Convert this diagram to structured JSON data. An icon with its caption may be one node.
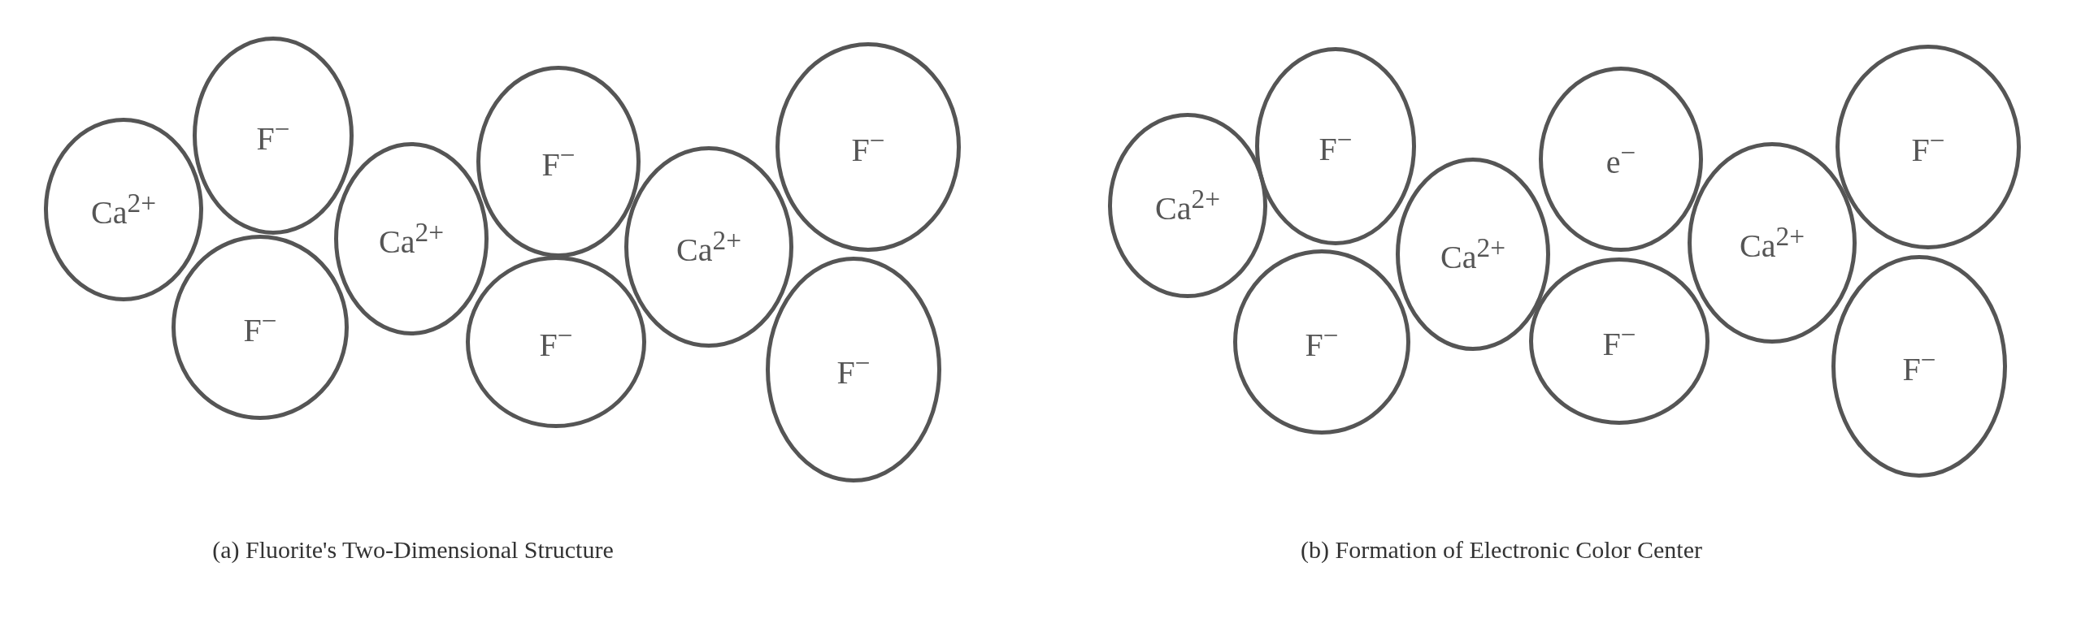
{
  "diagram": {
    "nodes": [
      {
        "text": [
          "Ca$^{2+}$"
        ]
      },
      {
        "text": [
          "F$^{−}$"
        ]
      },
      {
        "text": [
          "F$^{−}$"
        ]
      },
      {
        "text": [
          "Ca$^{2+}$"
        ]
      },
      {
        "text": [
          "F$^{−}$"
        ]
      },
      {
        "text": [
          "F$^{−}$"
        ]
      },
      {
        "text": [
          "Ca$^{2+}$"
        ]
      },
      {
        "text": [
          "F$^{−}$"
        ]
      },
      {
        "text": [
          "F$^{−}$"
        ]
      },
      {
        "text": [
          "Ca$^{2+}$"
        ]
      },
      {
        "text": [
          "F$^{−}$"
        ]
      },
      {
        "text": [
          "F$^{−}$"
        ]
      },
      {
        "text": [
          "Ca$^{2+}$"
        ]
      },
      {
        "text": [
          "e$^{−}$"
        ]
      },
      {
        "text": [
          "F$^{−}$"
        ]
      },
      {
        "text": [
          "Ca$^{2+}$"
        ]
      },
      {
        "text": [
          "F$^{−}$"
        ]
      },
      {
        "text": [
          "F$^{−}$"
        ]
      }
    ],
    "labels": [
      "(a) Fluorite's Two-Dimensional Structure",
      "(b) Formation of Electronic Color Center"
    ]
  }
}
